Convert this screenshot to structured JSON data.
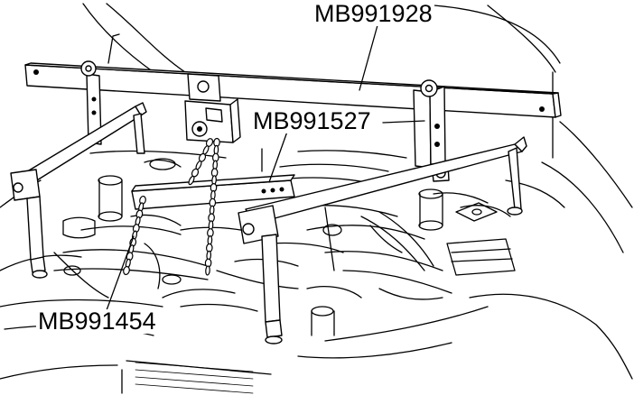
{
  "labels": {
    "crossbar_tool": "MB991928",
    "chain_adapter_tool": "MB991527",
    "chain_tool": "MB991454"
  },
  "colors": {
    "line": "#000000",
    "background": "#ffffff"
  }
}
